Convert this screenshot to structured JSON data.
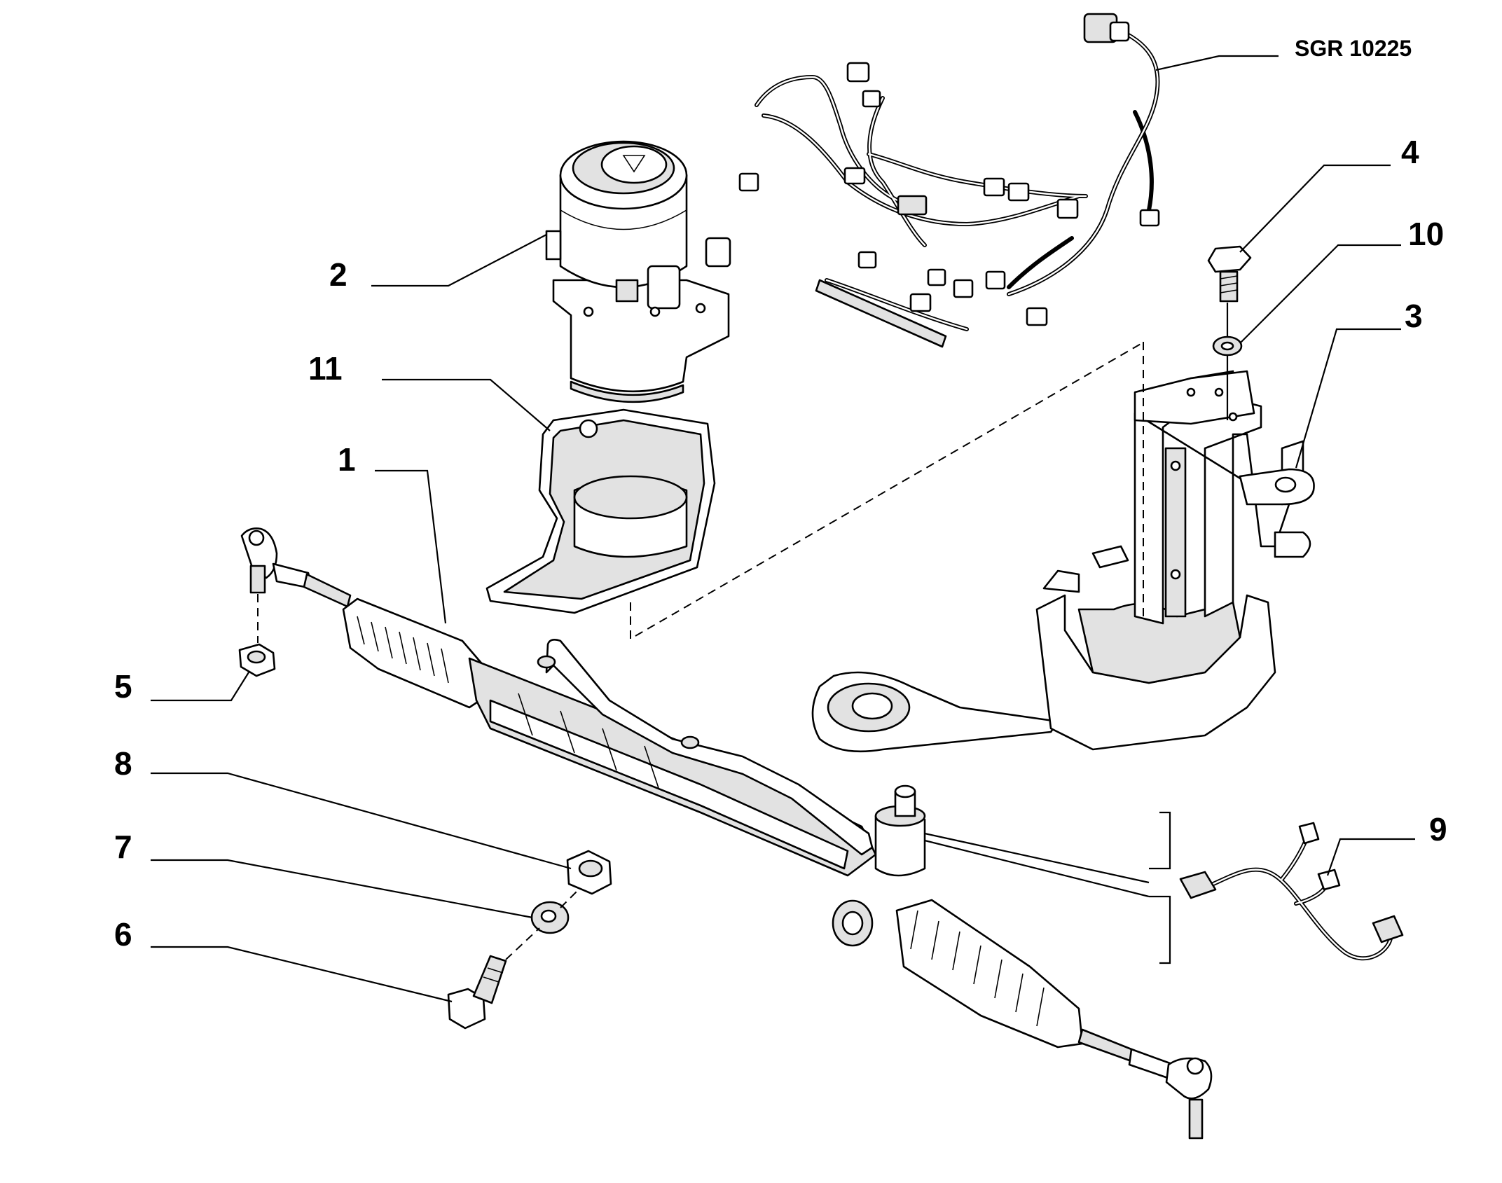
{
  "reference_code": "SGR 10225",
  "callouts": [
    {
      "id": "c1",
      "label": "1"
    },
    {
      "id": "c2",
      "label": "2"
    },
    {
      "id": "c3",
      "label": "3"
    },
    {
      "id": "c4",
      "label": "4"
    },
    {
      "id": "c5",
      "label": "5"
    },
    {
      "id": "c6",
      "label": "6"
    },
    {
      "id": "c7",
      "label": "7"
    },
    {
      "id": "c8",
      "label": "8"
    },
    {
      "id": "c9",
      "label": "9"
    },
    {
      "id": "c10",
      "label": "10"
    },
    {
      "id": "c11",
      "label": "11"
    }
  ],
  "colors": {
    "line": "#000000",
    "background": "#ffffff",
    "shade": "#e2e2e2"
  }
}
